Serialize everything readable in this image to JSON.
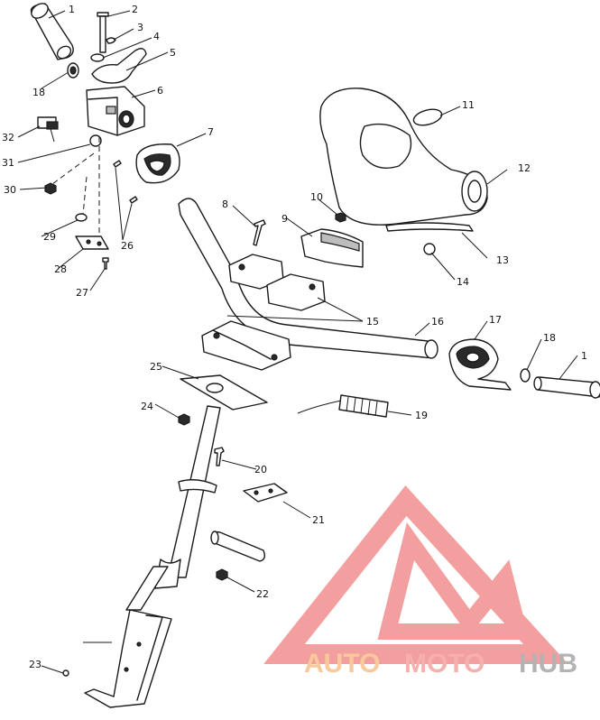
{
  "callouts": {
    "c1a": "1",
    "c2": "2",
    "c3": "3",
    "c4": "4",
    "c5": "5",
    "c6": "6",
    "c7": "7",
    "c8": "8",
    "c9": "9",
    "c10": "10",
    "c11": "11",
    "c12": "12",
    "c13": "13",
    "c14": "14",
    "c15": "15",
    "c16": "16",
    "c17": "17",
    "c18a": "18",
    "c18b": "18",
    "c19": "19",
    "c20": "20",
    "c21": "21",
    "c22": "22",
    "c23": "23",
    "c24": "24",
    "c25": "25",
    "c26": "26",
    "c27": "27",
    "c28": "28",
    "c29": "29",
    "c30": "30",
    "c31": "31",
    "c32": "32",
    "c1b": "1"
  },
  "watermark": {
    "auto": "AUTO",
    "moto": "MOTO",
    "hub": "HUB",
    "colors": {
      "auto": "#f7c08a",
      "moto": "#f4a39e",
      "hub": "#a6a6a6",
      "triangle": "#f28f8f"
    }
  }
}
